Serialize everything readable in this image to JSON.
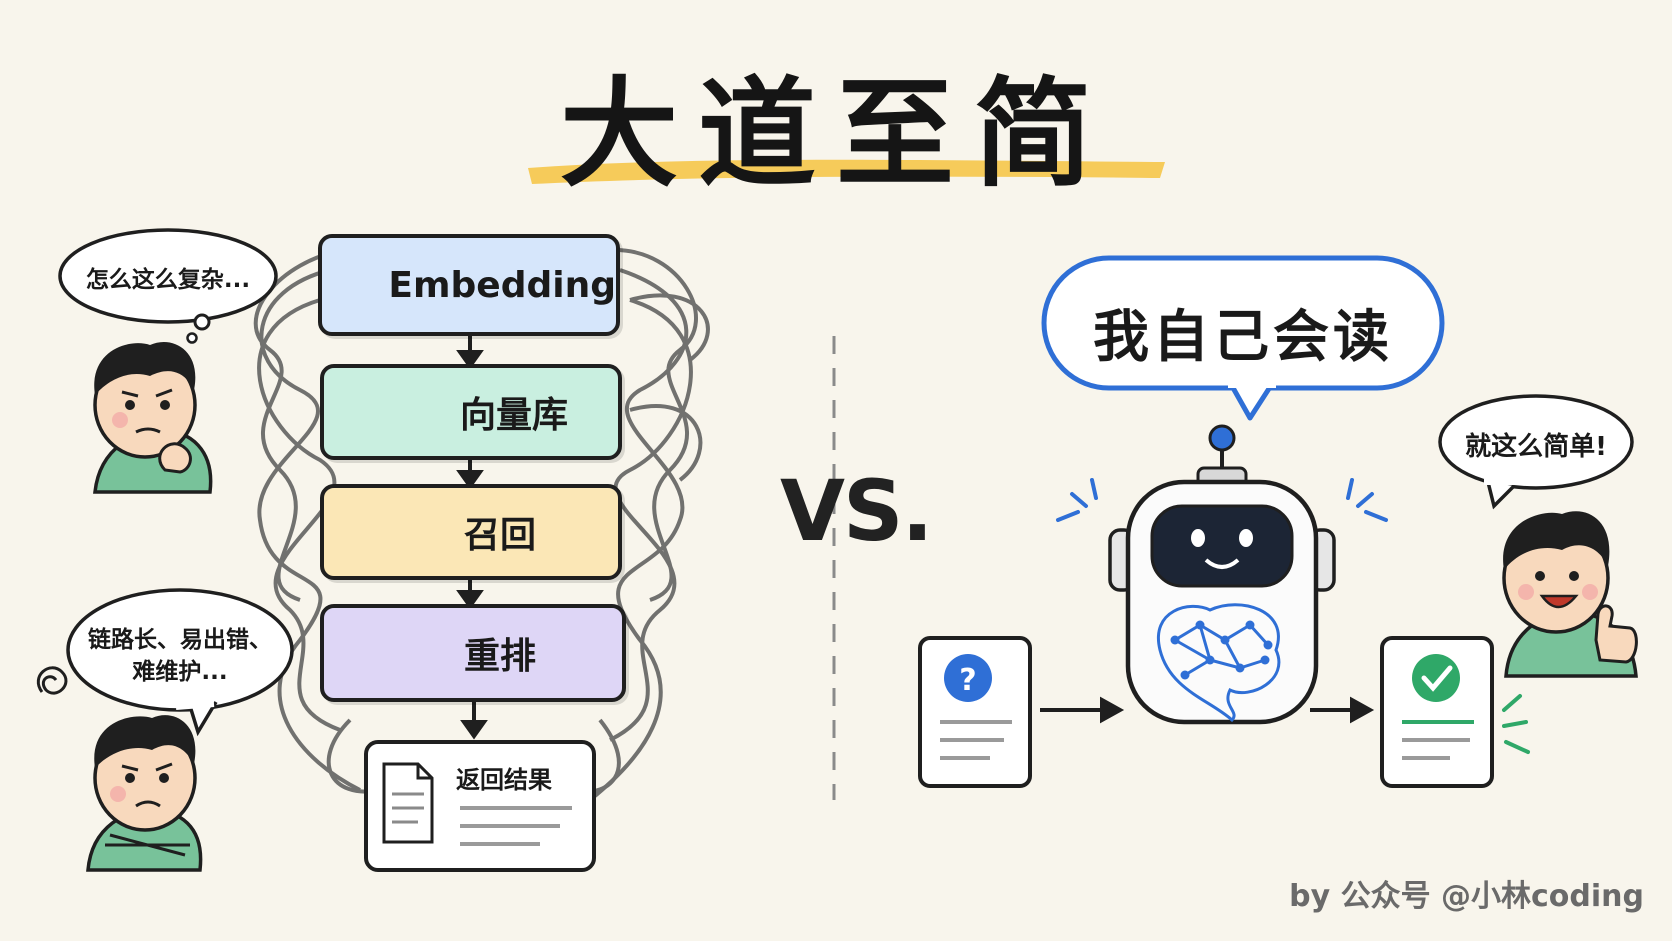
{
  "title": "大道至简",
  "left": {
    "bubble_top": "怎么这么复杂...",
    "bubble_bottom_line1": "链路长、易出错、",
    "bubble_bottom_line2": "难维护...",
    "steps": [
      {
        "label": "Embedding",
        "icon": "network-graph-icon",
        "color": "#d6e6fb"
      },
      {
        "label": "向量库",
        "icon": "database-icon",
        "color": "#c9efe0"
      },
      {
        "label": "召回",
        "icon": "magnifier-icon",
        "color": "#fbe7b6"
      },
      {
        "label": "重排",
        "icon": "bar-chart-icon",
        "color": "#ded6f6"
      }
    ],
    "result": {
      "label": "返回结果",
      "icon": "document-icon"
    }
  },
  "vs": "VS.",
  "right": {
    "robot_bubble": "我自己会读",
    "person_bubble": "就这么简单!",
    "input_icon": "question-document-icon",
    "output_icon": "checked-document-icon",
    "robot_icon": "robot-brain-icon",
    "accent_blue": "#2f6fd6",
    "accent_green": "#2fa868"
  },
  "credit": "by 公众号 @小林coding"
}
